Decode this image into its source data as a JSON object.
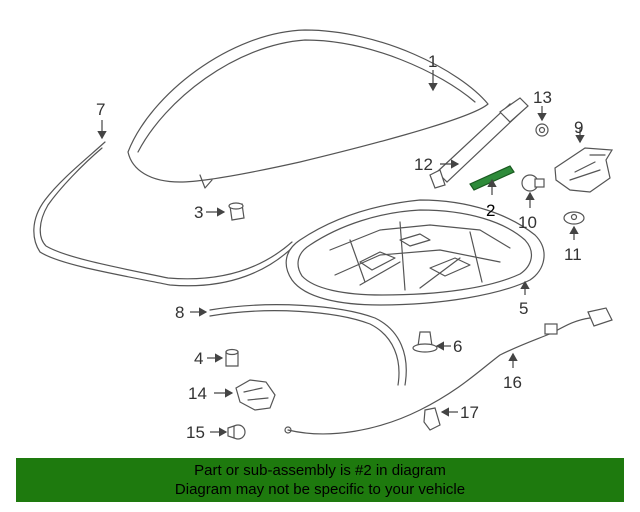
{
  "callouts": {
    "c1": "1",
    "c2": "2",
    "c3": "3",
    "c4": "4",
    "c5": "5",
    "c6": "6",
    "c7": "7",
    "c8": "8",
    "c9": "9",
    "c10": "10",
    "c11": "11",
    "c12": "12",
    "c13": "13",
    "c14": "14",
    "c15": "15",
    "c16": "16",
    "c17": "17"
  },
  "highlight": {
    "part_number": "2",
    "color": "#2e8b3a"
  },
  "banner": {
    "line1": "Part or sub-assembly is #2 in diagram",
    "line2": "Diagram may not be specific to your vehicle",
    "background": "#1e7a0e"
  }
}
